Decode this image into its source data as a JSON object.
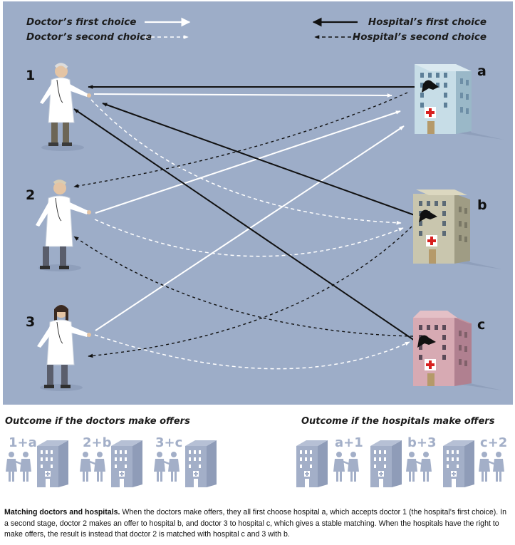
{
  "legend": {
    "doctor_first": "Doctor’s first choice",
    "doctor_second": "Doctor’s second choice",
    "hospital_first": "Hospital’s first choice",
    "hospital_second": "Hospital’s second choice"
  },
  "doctors": [
    "1",
    "2",
    "3"
  ],
  "hospitals": [
    "a",
    "b",
    "c"
  ],
  "outcomes": {
    "doctors_offer": {
      "title": "Outcome if the doctors make offers",
      "pairs": [
        "1+a",
        "2+b",
        "3+c"
      ]
    },
    "hospitals_offer": {
      "title": "Outcome if the hospitals make offers",
      "pairs": [
        "a+1",
        "b+3",
        "c+2"
      ]
    }
  },
  "caption": {
    "title": "Matching doctors and hospitals.",
    "body": "When the doctors make offers, they all first choose hospital a, which accepts doctor 1 (the hospital’s first choice). In a second stage, doctor 2 makes an offer to hospital b, and doctor 3 to hospital c, which gives a stable matching. When the hospitals have the right to make offers, the result is instead that doctor 2 is matched with hospital c and 3 with b."
  },
  "colors": {
    "panel_bg": "#9dadc8",
    "hospital_a": "#c7dde7",
    "hospital_b": "#c9c6ae",
    "hospital_c": "#d7aab3",
    "outcome_icon": "#a3afc8",
    "red_cross": "#d72020"
  }
}
